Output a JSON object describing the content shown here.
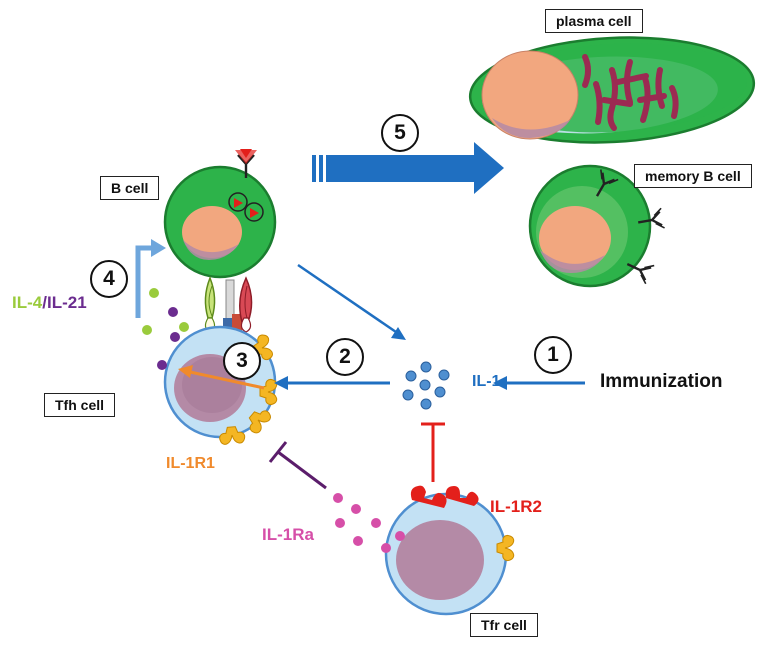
{
  "labels": {
    "plasma_cell": "plasma cell",
    "memory_b_cell": "memory B cell",
    "b_cell": "B cell",
    "tfh_cell": "Tfh cell",
    "tfr_cell": "Tfr cell",
    "il1": "IL-1",
    "il1r1": "IL-1R1",
    "il1r2": "IL-1R2",
    "il1ra": "IL-1Ra",
    "il4": "IL-4",
    "slash": "/",
    "il21": "IL-21",
    "immunization": "Immunization"
  },
  "steps": {
    "s1": "1",
    "s2": "2",
    "s3": "3",
    "s4": "4",
    "s5": "5"
  },
  "colors": {
    "cell_green": "#2db34a",
    "nucleus": "#f2a77f",
    "arrow_blue": "#1f6fc1",
    "il1_dot": "#4f8fd0",
    "inhibit_red": "#e3201b",
    "inhibit_purple": "#5b1d6b",
    "il1r1_orange": "#f08a2c",
    "il1ra_pink": "#d64fa8",
    "il4_green": "#9acb3c",
    "il21_purple": "#6b2c8f",
    "receptor_yellow": "#f4b623"
  }
}
